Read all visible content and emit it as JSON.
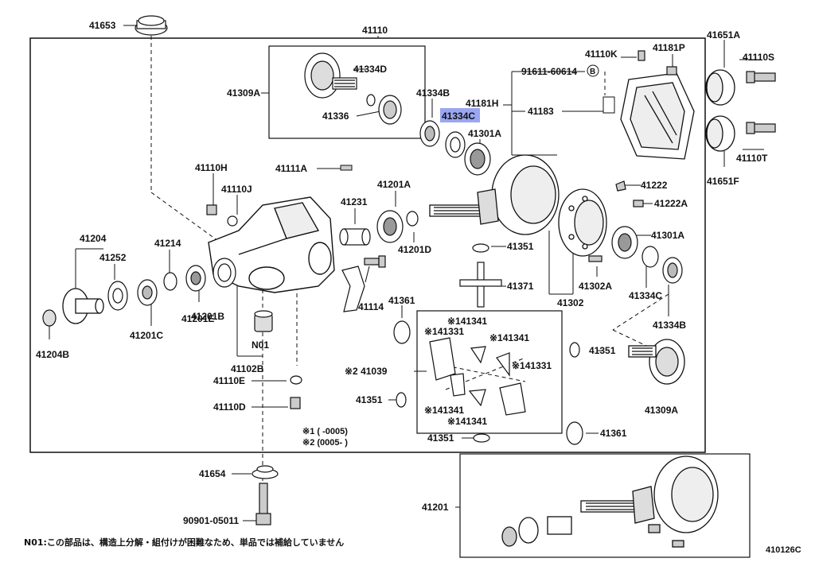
{
  "diagram": {
    "figure_code": "410126C",
    "highlight_color": "#9aa6f0",
    "highlighted_part": "41334C",
    "footnote": "N01:この部品は、構造上分解・組付けが困難なため、単品では補給していません",
    "legend": {
      "row1": "※1 (        -0005)",
      "row2": "※2 (0005-        )"
    },
    "labels": {
      "p41653": "41653",
      "p41110": "41110",
      "p41651A": "41651A",
      "p41110K": "41110K",
      "p41181P": "41181P",
      "p41110S": "41110S",
      "p41309A_top": "41309A",
      "p41334D": "41334D",
      "p41336": "41336",
      "p41334B_top": "41334B",
      "p41334C_top": "41334C",
      "p91611": "91611-60614",
      "b_mark": "B",
      "p41181H": "41181H",
      "p41183": "41183",
      "p41301A_top": "41301A",
      "p41651F": "41651F",
      "p41110T": "41110T",
      "p41110H": "41110H",
      "p41110J": "41110J",
      "p41111A": "41111A",
      "p41231": "41231",
      "p41201A": "41201A",
      "p41222": "41222",
      "p41222A": "41222A",
      "p41204": "41204",
      "p41252": "41252",
      "p41214": "41214",
      "p41201D": "41201D",
      "p41351_a": "41351",
      "p41301A_right": "41301A",
      "p41114": "41114",
      "p41361_a": "41361",
      "p41371": "41371",
      "p41302A": "41302A",
      "p41302": "41302",
      "p41334C_right": "41334C",
      "p41201B": "41201B",
      "p41201E": "41201E",
      "p41201C": "41201C",
      "p41204B": "41204B",
      "n01": "N01",
      "p141341_a": "※141341",
      "p141331_a": "※141331",
      "p141341_b": "※141341",
      "p41334B_right": "41334B",
      "p41102B": "41102B",
      "p41039": "※2 41039",
      "p141331_b": "※141331",
      "p41351_b": "41351",
      "p41110E": "41110E",
      "p41351_c": "41351",
      "p141341_c": "※141341",
      "p141341_d": "※141341",
      "p41309A_right": "41309A",
      "p41110D": "41110D",
      "p41351_d": "41351",
      "p41361_b": "41361",
      "p41654": "41654",
      "p41201": "41201",
      "p90901": "90901-05011"
    }
  }
}
